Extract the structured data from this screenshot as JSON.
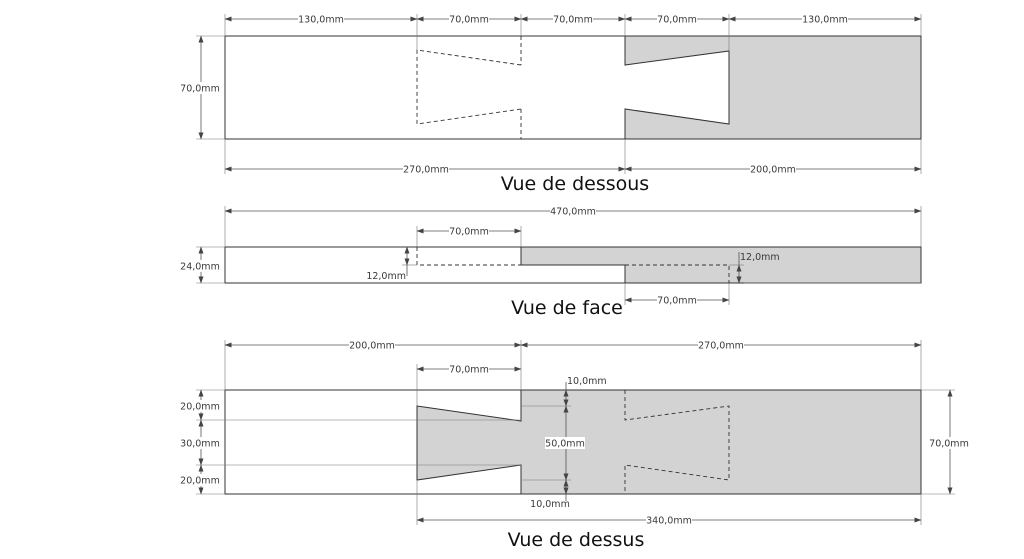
{
  "colors": {
    "part_fill": "#d3d3d3",
    "line": "#333333",
    "background": "#ffffff"
  },
  "views": {
    "bottom": {
      "title": "Vue de dessous",
      "dims": {
        "seg1": "130,0mm",
        "seg2": "70,0mm",
        "seg3": "70,0mm",
        "seg4": "70,0mm",
        "seg5": "130,0mm",
        "height": "70,0mm",
        "left_total": "270,0mm",
        "right_total": "200,0mm"
      }
    },
    "front": {
      "title": "Vue de face",
      "dims": {
        "total": "470,0mm",
        "top_70": "70,0mm",
        "thickness": "24,0mm",
        "half_left": "12,0mm",
        "half_right": "12,0mm",
        "bottom_70": "70,0mm"
      }
    },
    "top": {
      "title": "Vue de dessus",
      "dims": {
        "left": "200,0mm",
        "right": "270,0mm",
        "mid_70": "70,0mm",
        "a": "20,0mm",
        "b": "30,0mm",
        "c": "20,0mm",
        "upper_10": "10,0mm",
        "mid_50": "50,0mm",
        "lower_10": "10,0mm",
        "height": "70,0mm",
        "bottom": "340,0mm"
      }
    }
  }
}
